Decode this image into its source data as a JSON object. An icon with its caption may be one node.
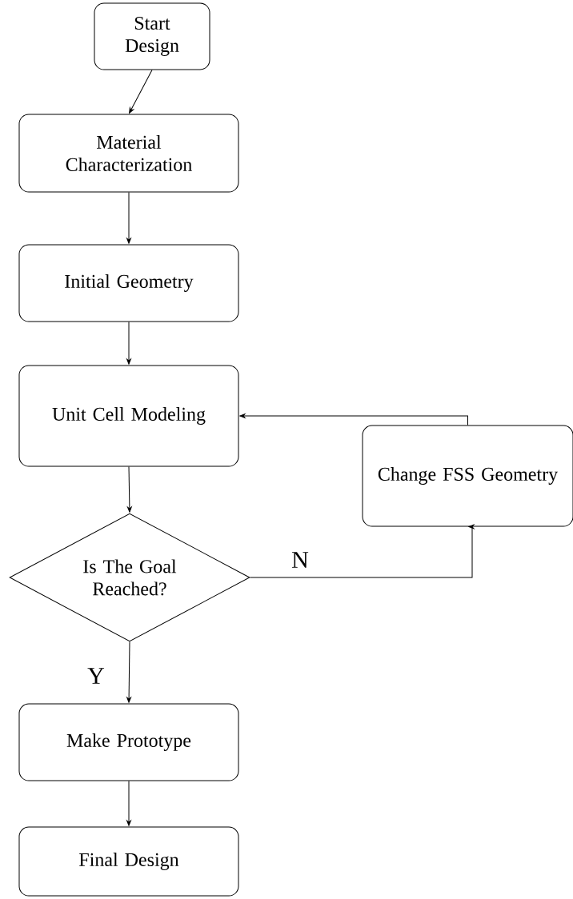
{
  "diagram": {
    "nodes": [
      {
        "text": [
          "Start Design"
        ]
      },
      {
        "text": [
          "Material Characterization"
        ]
      },
      {
        "text": [
          "Initial Geometry"
        ]
      },
      {
        "text": [
          "Unit Cell Modeling"
        ]
      },
      {
        "text": [
          "Is The Goal Reached?"
        ]
      },
      {
        "text": [
          "Change FSS Geometry"
        ]
      },
      {
        "text": [
          "Make Prototype"
        ]
      },
      {
        "text": [
          "Final Design"
        ]
      }
    ],
    "edges": [
      {
        "from": 0,
        "to": 1,
        "arrow": "to"
      },
      {
        "from": 1,
        "to": 2,
        "arrow": "to"
      },
      {
        "from": 2,
        "to": 3,
        "arrow": "to"
      },
      {
        "from": 3,
        "to": 4,
        "arrow": "to"
      },
      {
        "from": 4,
        "to": 5,
        "arrow": "to",
        "label": "N"
      },
      {
        "from": 5,
        "to": 3,
        "arrow": "to"
      },
      {
        "from": 4,
        "to": 6,
        "arrow": "to",
        "label": "Y"
      },
      {
        "from": 6,
        "to": 7,
        "arrow": "to"
      }
    ]
  }
}
